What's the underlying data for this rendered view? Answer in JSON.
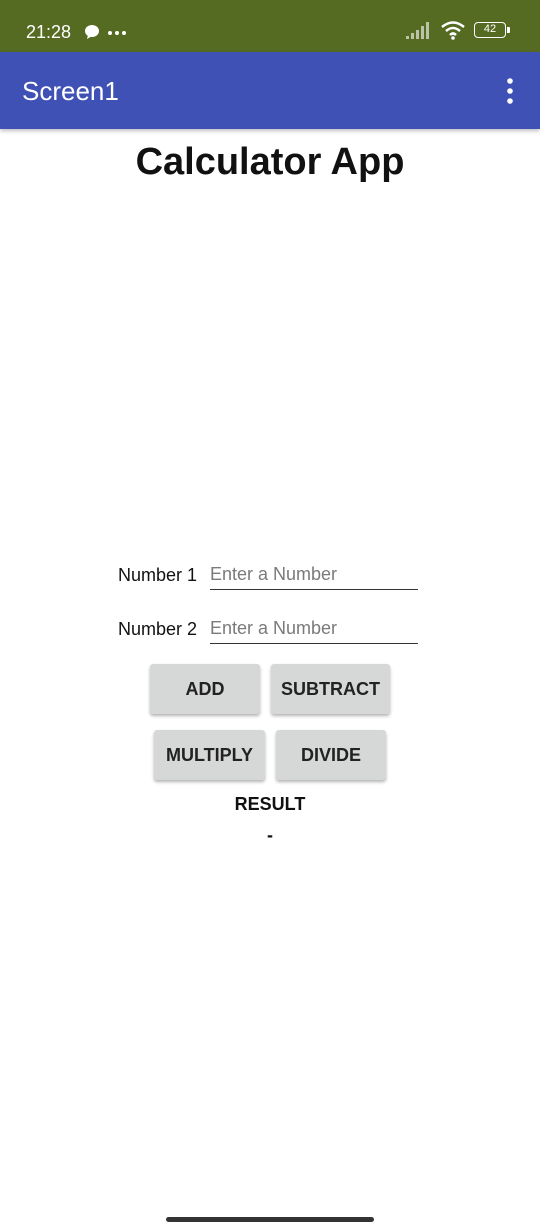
{
  "status_bar": {
    "time": "21:28",
    "battery": "42",
    "icons": [
      "chat-icon",
      "more-dots-icon",
      "signal-icon",
      "wifi-icon",
      "battery-icon"
    ]
  },
  "app_bar": {
    "title": "Screen1",
    "menu_icon": "overflow-menu-icon"
  },
  "main": {
    "title": "Calculator App",
    "number1": {
      "label": "Number 1",
      "placeholder": "Enter a Number",
      "value": ""
    },
    "number2": {
      "label": "Number 2",
      "placeholder": "Enter a Number",
      "value": ""
    },
    "buttons": {
      "add": "ADD",
      "subtract": "SUBTRACT",
      "multiply": "MULTIPLY",
      "divide": "DIVIDE"
    },
    "result_label": "RESULT",
    "result_value": "-"
  },
  "colors": {
    "status_bar": "#556b22",
    "app_bar": "#3f51b5",
    "button": "#d6d7d7"
  }
}
